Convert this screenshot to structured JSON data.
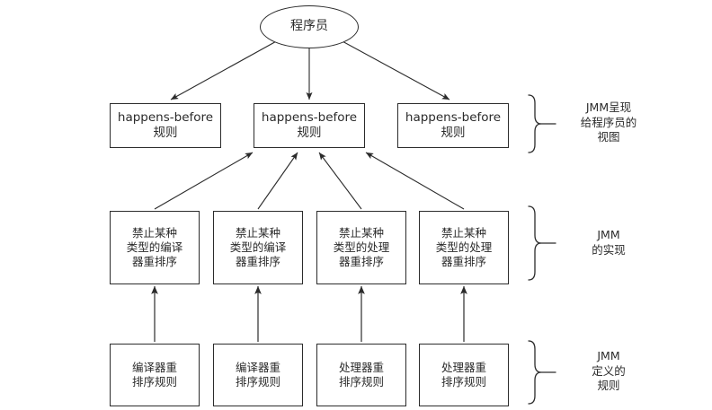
{
  "diagram": {
    "title_node": {
      "label": "程序员",
      "shape": "ellipse"
    },
    "row_view": [
      {
        "id": "hb-left",
        "label": "happens-before\n规则"
      },
      {
        "id": "hb-center",
        "label": "happens-before\n规则"
      },
      {
        "id": "hb-right",
        "label": "happens-before\n规则"
      }
    ],
    "row_impl": [
      {
        "id": "impl-1",
        "label": "禁止某种\n类型的编译\n器重排序"
      },
      {
        "id": "impl-2",
        "label": "禁止某种\n类型的编译\n器重排序"
      },
      {
        "id": "impl-3",
        "label": "禁止某种\n类型的处理\n器重排序"
      },
      {
        "id": "impl-4",
        "label": "禁止某种\n类型的处理\n器重排序"
      }
    ],
    "row_rules": [
      {
        "id": "rule-1",
        "label": "编译器重\n排序规则"
      },
      {
        "id": "rule-2",
        "label": "编译器重\n排序规则"
      },
      {
        "id": "rule-3",
        "label": "处理器重\n排序规则"
      },
      {
        "id": "rule-4",
        "label": "处理器重\n排序规则"
      }
    ],
    "annotations": [
      {
        "id": "ann-view",
        "label": "JMM呈现\n给程序员的\n视图"
      },
      {
        "id": "ann-impl",
        "label": "JMM\n的实现"
      },
      {
        "id": "ann-rules",
        "label": "JMM\n定义的\n规则"
      }
    ],
    "colors": {
      "stroke": "#2b2b2b",
      "fill": "#ffffff",
      "text": "#2b2b2b",
      "arrow": "#2b2b2b"
    }
  }
}
